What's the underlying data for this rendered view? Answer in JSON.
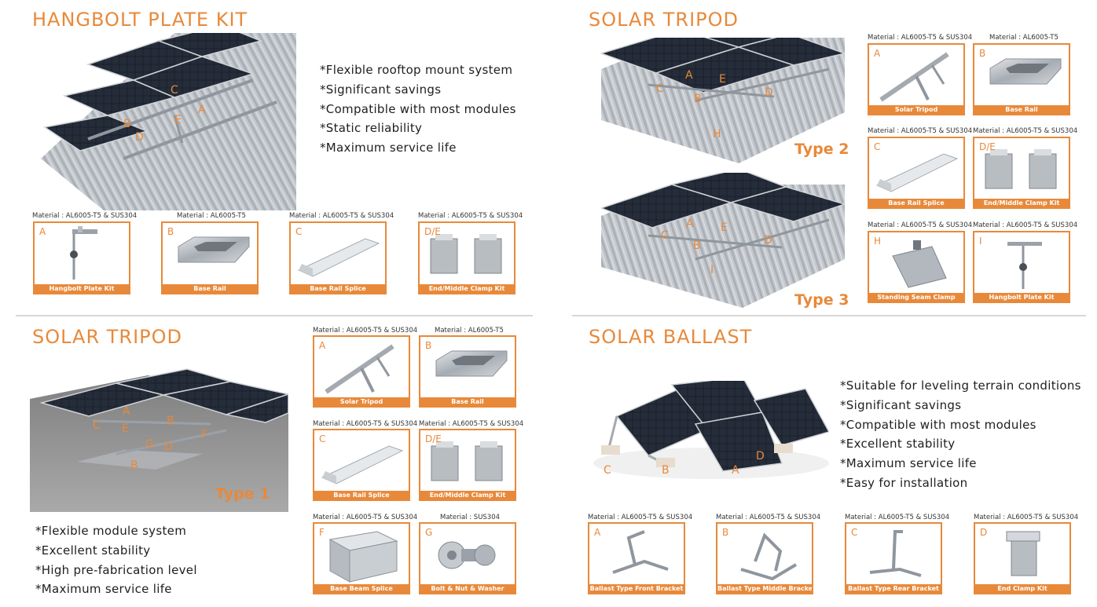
{
  "colors": {
    "accent": "#e8893a",
    "divider": "#d7d7d7",
    "panel": "#1d2530",
    "rail": "#9aa1a8",
    "roof": "#b9bec3"
  },
  "hangbolt": {
    "title": "HANGBOLT PLATE KIT",
    "features": [
      "*Flexible rooftop mount system",
      "*Significant savings",
      "*Compatible with most modules",
      "*Static reliability",
      "*Maximum service life"
    ],
    "markers": [
      "C",
      "A",
      "B",
      "E",
      "D"
    ],
    "parts": [
      {
        "material": "Material : AL6005-T5 & SUS304",
        "letter": "A",
        "caption": "Hangbolt Plate Kit",
        "icon": "hangbolt-icon"
      },
      {
        "material": "Material : AL6005-T5",
        "letter": "B",
        "caption": "Base Rail",
        "icon": "base-rail-icon"
      },
      {
        "material": "Material : AL6005-T5 & SUS304",
        "letter": "C",
        "caption": "Base Rail Splice",
        "icon": "splice-icon"
      },
      {
        "material": "Material : AL6005-T5 & SUS304",
        "letter": "D/E",
        "caption": "End/Middle Clamp Kit",
        "icon": "clamp-icon"
      }
    ]
  },
  "tripod_top": {
    "title": "SOLAR TRIPOD",
    "type2": "Type 2",
    "type3": "Type 3",
    "markers2": [
      "A",
      "E",
      "C",
      "B",
      "D",
      "H"
    ],
    "markers3": [
      "A",
      "E",
      "C",
      "B",
      "D",
      "I"
    ],
    "parts": [
      {
        "material": "Material : AL6005-T5 & SUS304",
        "letter": "A",
        "caption": "Solar Tripod",
        "icon": "tripod-icon"
      },
      {
        "material": "Material : AL6005-T5",
        "letter": "B",
        "caption": "Base Rail",
        "icon": "base-rail-icon"
      },
      {
        "material": "Material : AL6005-T5 & SUS304",
        "letter": "C",
        "caption": "Base Rail Splice",
        "icon": "splice-icon"
      },
      {
        "material": "Material : AL6005-T5 & SUS304",
        "letter": "D/E",
        "caption": "End/Middle Clamp Kit",
        "icon": "clamp-icon"
      },
      {
        "material": "Material : AL6005-T5 & SUS304",
        "letter": "H",
        "caption": "Standing Seam Clamp",
        "icon": "seam-clamp-icon"
      },
      {
        "material": "Material : AL6005-T5 & SUS304",
        "letter": "I",
        "caption": "Hangbolt Plate Kit",
        "icon": "hangbolt-icon"
      }
    ]
  },
  "tripod_bottom": {
    "title": "SOLAR TRIPOD",
    "type1": "Type 1",
    "markers": [
      "A",
      "C",
      "E",
      "B",
      "F",
      "G",
      "D",
      "B"
    ],
    "features": [
      "*Flexible module system",
      "*Excellent stability",
      "*High pre-fabrication level",
      "*Maximum service life"
    ],
    "parts": [
      {
        "material": "Material : AL6005-T5 & SUS304",
        "letter": "A",
        "caption": "Solar Tripod",
        "icon": "tripod-icon"
      },
      {
        "material": "Material : AL6005-T5",
        "letter": "B",
        "caption": "Base Rail",
        "icon": "base-rail-icon"
      },
      {
        "material": "Material : AL6005-T5 & SUS304",
        "letter": "C",
        "caption": "Base Rail Splice",
        "icon": "splice-icon"
      },
      {
        "material": "Material : AL6005-T5 & SUS304",
        "letter": "D/E",
        "caption": "End/Middle Clamp Kit",
        "icon": "clamp-icon"
      },
      {
        "material": "Material : AL6005-T5 & SUS304",
        "letter": "F",
        "caption": "Base Beam Splice",
        "icon": "beam-splice-icon"
      },
      {
        "material": "Material : SUS304",
        "letter": "G",
        "caption": "Bolt & Nut & Washer",
        "icon": "bolt-icon"
      }
    ]
  },
  "ballast": {
    "title": "SOLAR BALLAST",
    "features": [
      "*Suitable for leveling terrain conditions",
      "*Significant savings",
      "*Compatible with most modules",
      "*Excellent stability",
      "*Maximum service life",
      "*Easy for installation"
    ],
    "markers": [
      "D",
      "C",
      "B",
      "A"
    ],
    "parts": [
      {
        "material": "Material : AL6005-T5 & SUS304",
        "letter": "A",
        "caption": "Ballast Type Front Bracket",
        "icon": "front-bracket-icon"
      },
      {
        "material": "Material : AL6005-T5 & SUS304",
        "letter": "B",
        "caption": "Ballast Type Middle Bracket",
        "icon": "middle-bracket-icon"
      },
      {
        "material": "Material : AL6005-T5 & SUS304",
        "letter": "C",
        "caption": "Ballast Type Rear Bracket",
        "icon": "rear-bracket-icon"
      },
      {
        "material": "Material : AL6005-T5 & SUS304",
        "letter": "D",
        "caption": "End Clamp Kit",
        "icon": "end-clamp-icon"
      }
    ]
  }
}
